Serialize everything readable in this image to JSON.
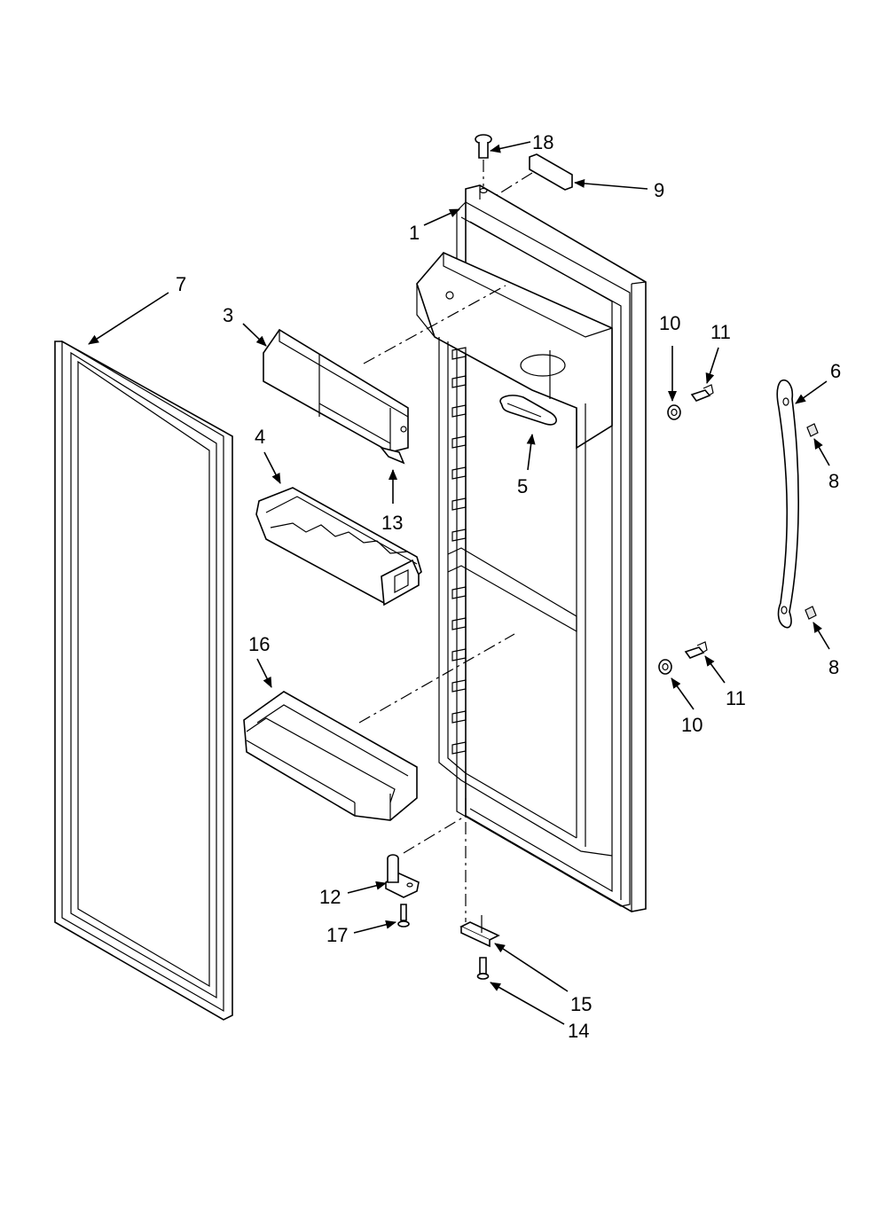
{
  "diagram": {
    "callouts": [
      {
        "id": "c18",
        "label": "18"
      },
      {
        "id": "c9",
        "label": "9"
      },
      {
        "id": "c1",
        "label": "1"
      },
      {
        "id": "c7",
        "label": "7"
      },
      {
        "id": "c3",
        "label": "3"
      },
      {
        "id": "c10a",
        "label": "10"
      },
      {
        "id": "c11a",
        "label": "11"
      },
      {
        "id": "c6",
        "label": "6"
      },
      {
        "id": "c4",
        "label": "4"
      },
      {
        "id": "c5",
        "label": "5"
      },
      {
        "id": "c8a",
        "label": "8"
      },
      {
        "id": "c13",
        "label": "13"
      },
      {
        "id": "c16",
        "label": "16"
      },
      {
        "id": "c8b",
        "label": "8"
      },
      {
        "id": "c11b",
        "label": "11"
      },
      {
        "id": "c10b",
        "label": "10"
      },
      {
        "id": "c12",
        "label": "12"
      },
      {
        "id": "c17",
        "label": "17"
      },
      {
        "id": "c15",
        "label": "15"
      },
      {
        "id": "c14",
        "label": "14"
      }
    ]
  }
}
